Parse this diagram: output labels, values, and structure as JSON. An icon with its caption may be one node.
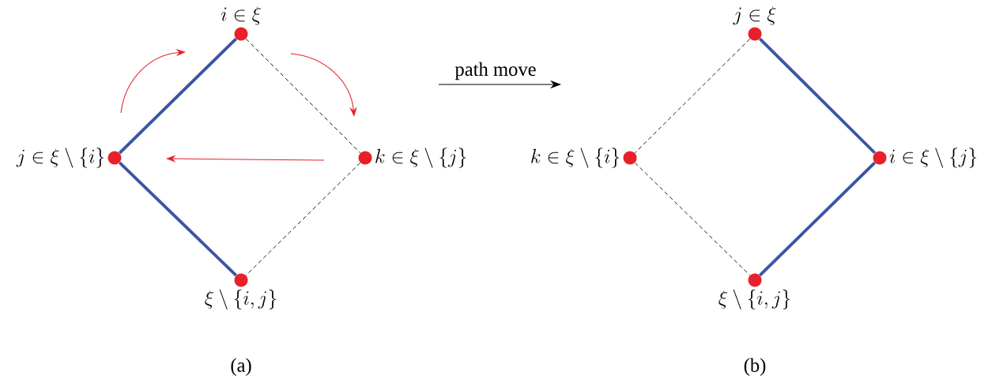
{
  "diagram": {
    "nodes": [
      {
        "text": [],
        "shape": "circle",
        "beside": [
          "i \\in \\xi"
        ]
      },
      {
        "text": [],
        "shape": "circle",
        "beside": [
          "j \\in \\xi \\setminus \\{i\\}"
        ]
      },
      {
        "text": [],
        "shape": "circle",
        "beside": [
          "k \\in \\xi \\setminus \\{j\\}"
        ]
      },
      {
        "text": [],
        "shape": "circle",
        "beside": [
          "\\xi \\setminus \\{i,j\\}"
        ]
      },
      {
        "text": [],
        "shape": "circle",
        "beside": [
          "j \\in \\xi"
        ]
      },
      {
        "text": [],
        "shape": "circle",
        "beside": [
          "k \\in \\xi \\setminus \\{i\\}"
        ]
      },
      {
        "text": [],
        "shape": "circle",
        "beside": [
          "i \\in \\xi \\setminus \\{j\\}"
        ]
      },
      {
        "text": [],
        "shape": "circle",
        "beside": [
          "\\xi \\setminus \\{i,j\\}"
        ]
      }
    ],
    "edges": [
      {
        "from": 0,
        "to": 1,
        "arrow": "none",
        "style": "thick",
        "color": "#3a55a4"
      },
      {
        "from": 0,
        "to": 2,
        "arrow": "none",
        "style": "dashed",
        "color": "#000000"
      },
      {
        "from": 1,
        "to": 3,
        "arrow": "none",
        "style": "thick",
        "color": "#3a55a4"
      },
      {
        "from": 2,
        "to": 3,
        "arrow": "none",
        "style": "dashed",
        "color": "#000000"
      },
      {
        "from": 4,
        "to": 5,
        "arrow": "none",
        "style": "dashed",
        "color": "#000000"
      },
      {
        "from": 4,
        "to": 6,
        "arrow": "none",
        "style": "thick",
        "color": "#3a55a4"
      },
      {
        "from": 5,
        "to": 7,
        "arrow": "none",
        "style": "dashed",
        "color": "#000000"
      },
      {
        "from": 6,
        "to": 7,
        "arrow": "none",
        "style": "thick",
        "color": "#3a55a4"
      }
    ],
    "labels": [
      "path move",
      "(a)",
      "(b)"
    ]
  }
}
